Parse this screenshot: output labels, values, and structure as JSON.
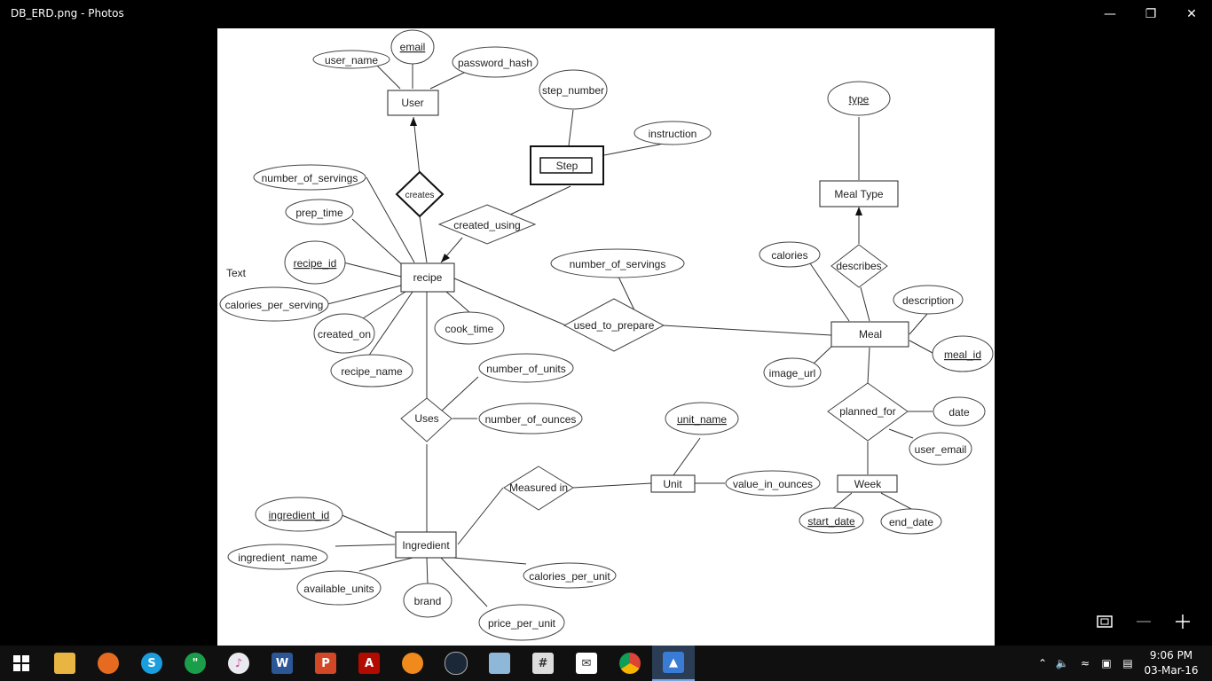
{
  "window": {
    "title": "DB_ERD.png - Photos",
    "minimize_icon": "minimize-icon",
    "restore_icon": "restore-icon",
    "close_icon": "close-icon"
  },
  "diagram": {
    "entities": {
      "user": "User",
      "step": "Step",
      "meal_type": "Meal Type",
      "recipe": "recipe",
      "meal": "Meal",
      "unit": "Unit",
      "week": "Week",
      "ingredient": "Ingredient"
    },
    "relationships": {
      "creates": "creates",
      "created_using": "created_using",
      "describes": "describes",
      "used_to_prepare": "used_to_prepare",
      "uses": "Uses",
      "planned_for": "planned_for",
      "measured_in": "Measured in"
    },
    "attributes": {
      "email": "email",
      "user_name": "user_name",
      "password_hash": "password_hash",
      "step_number": "step_number",
      "instruction": "instruction",
      "type": "type",
      "number_of_servings_recipe": "number_of_servings",
      "prep_time": "prep_time",
      "recipe_id": "recipe_id",
      "calories_per_serving": "calories_per_serving",
      "created_on": "created_on",
      "cook_time": "cook_time",
      "recipe_name": "recipe_name",
      "number_of_servings_prepare": "number_of_servings",
      "calories": "calories",
      "description": "description",
      "image_url": "image_url",
      "meal_id": "meal_id",
      "number_of_units": "number_of_units",
      "number_of_ounces": "number_of_ounces",
      "unit_name": "unit_name",
      "value_in_ounces": "value_in_ounces",
      "date": "date",
      "user_email": "user_email",
      "start_date": "start_date",
      "end_date": "end_date",
      "ingredient_id": "ingredient_id",
      "ingredient_name": "ingredient_name",
      "available_units": "available_units",
      "brand": "brand",
      "calories_per_unit": "calories_per_unit",
      "price_per_unit": "price_per_unit"
    },
    "stray_text": "Text"
  },
  "viewer_tools": [
    "fit-screen-icon",
    "zoom-out-icon",
    "zoom-in-icon"
  ],
  "taskbar": {
    "apps": [
      "windows-start-icon",
      "file-explorer-icon",
      "firefox-icon",
      "skype-icon",
      "hangouts-icon",
      "itunes-icon",
      "word-icon",
      "powerpoint-icon",
      "acrobat-icon",
      "vlc-icon",
      "steam-icon",
      "notepad-icon",
      "calculator-icon",
      "mail-icon",
      "chrome-icon",
      "photos-icon"
    ],
    "time": "9:06 PM",
    "date": "03-Mar-16"
  }
}
